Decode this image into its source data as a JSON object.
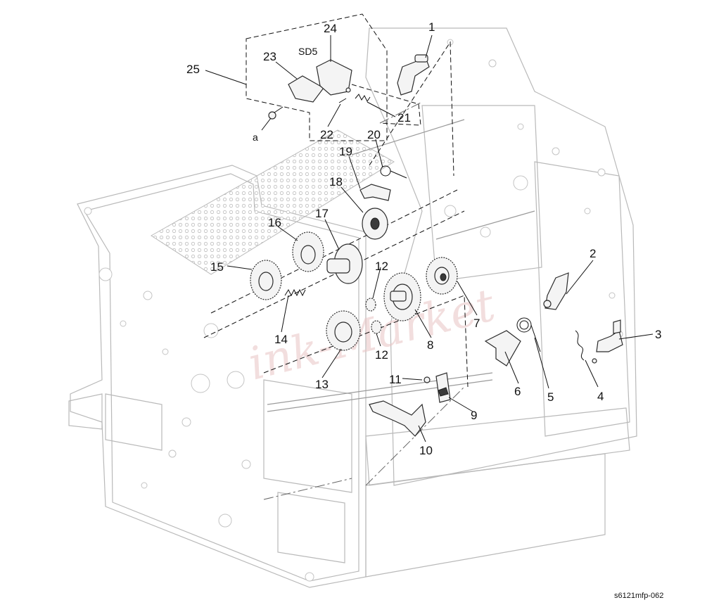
{
  "diagram": {
    "callouts": [
      "1",
      "2",
      "3",
      "4",
      "5",
      "6",
      "7",
      "8",
      "9",
      "10",
      "11",
      "12",
      "12",
      "13",
      "14",
      "15",
      "16",
      "17",
      "18",
      "19",
      "20",
      "21",
      "22",
      "23",
      "24",
      "25"
    ],
    "callout_a": "a",
    "sensor_label": "SD5",
    "figure_id": "s6121mfp-062"
  }
}
